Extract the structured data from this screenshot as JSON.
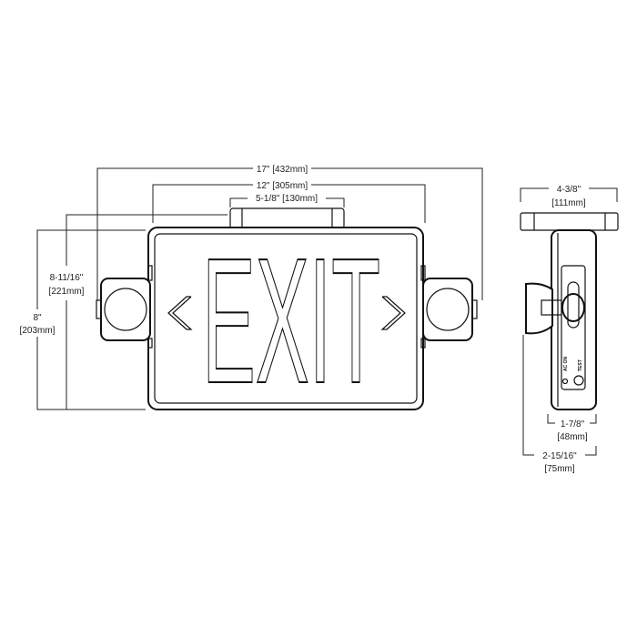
{
  "front_view": {
    "sign_text": "EXIT",
    "dimensions": {
      "overall_width": "17\" [432mm]",
      "housing_width": "12\" [305mm]",
      "canopy_width": "5-1/8\" [130mm]",
      "overall_height_in": "8-11/16\"",
      "overall_height_mm": "[221mm]",
      "housing_height_in": "8\"",
      "housing_height_mm": "[203mm]"
    }
  },
  "side_view": {
    "labels": {
      "ac_on": "AC ON",
      "test": "TEST"
    },
    "dimensions": {
      "canopy_depth_in": "4-3/8\"",
      "canopy_depth_mm": "[111mm]",
      "housing_depth_in": "1-7/8\"",
      "housing_depth_mm": "[48mm]",
      "overall_depth_in": "2-15/16\"",
      "overall_depth_mm": "[75mm]"
    }
  },
  "colors": {
    "line": "#111111",
    "background": "#ffffff"
  }
}
